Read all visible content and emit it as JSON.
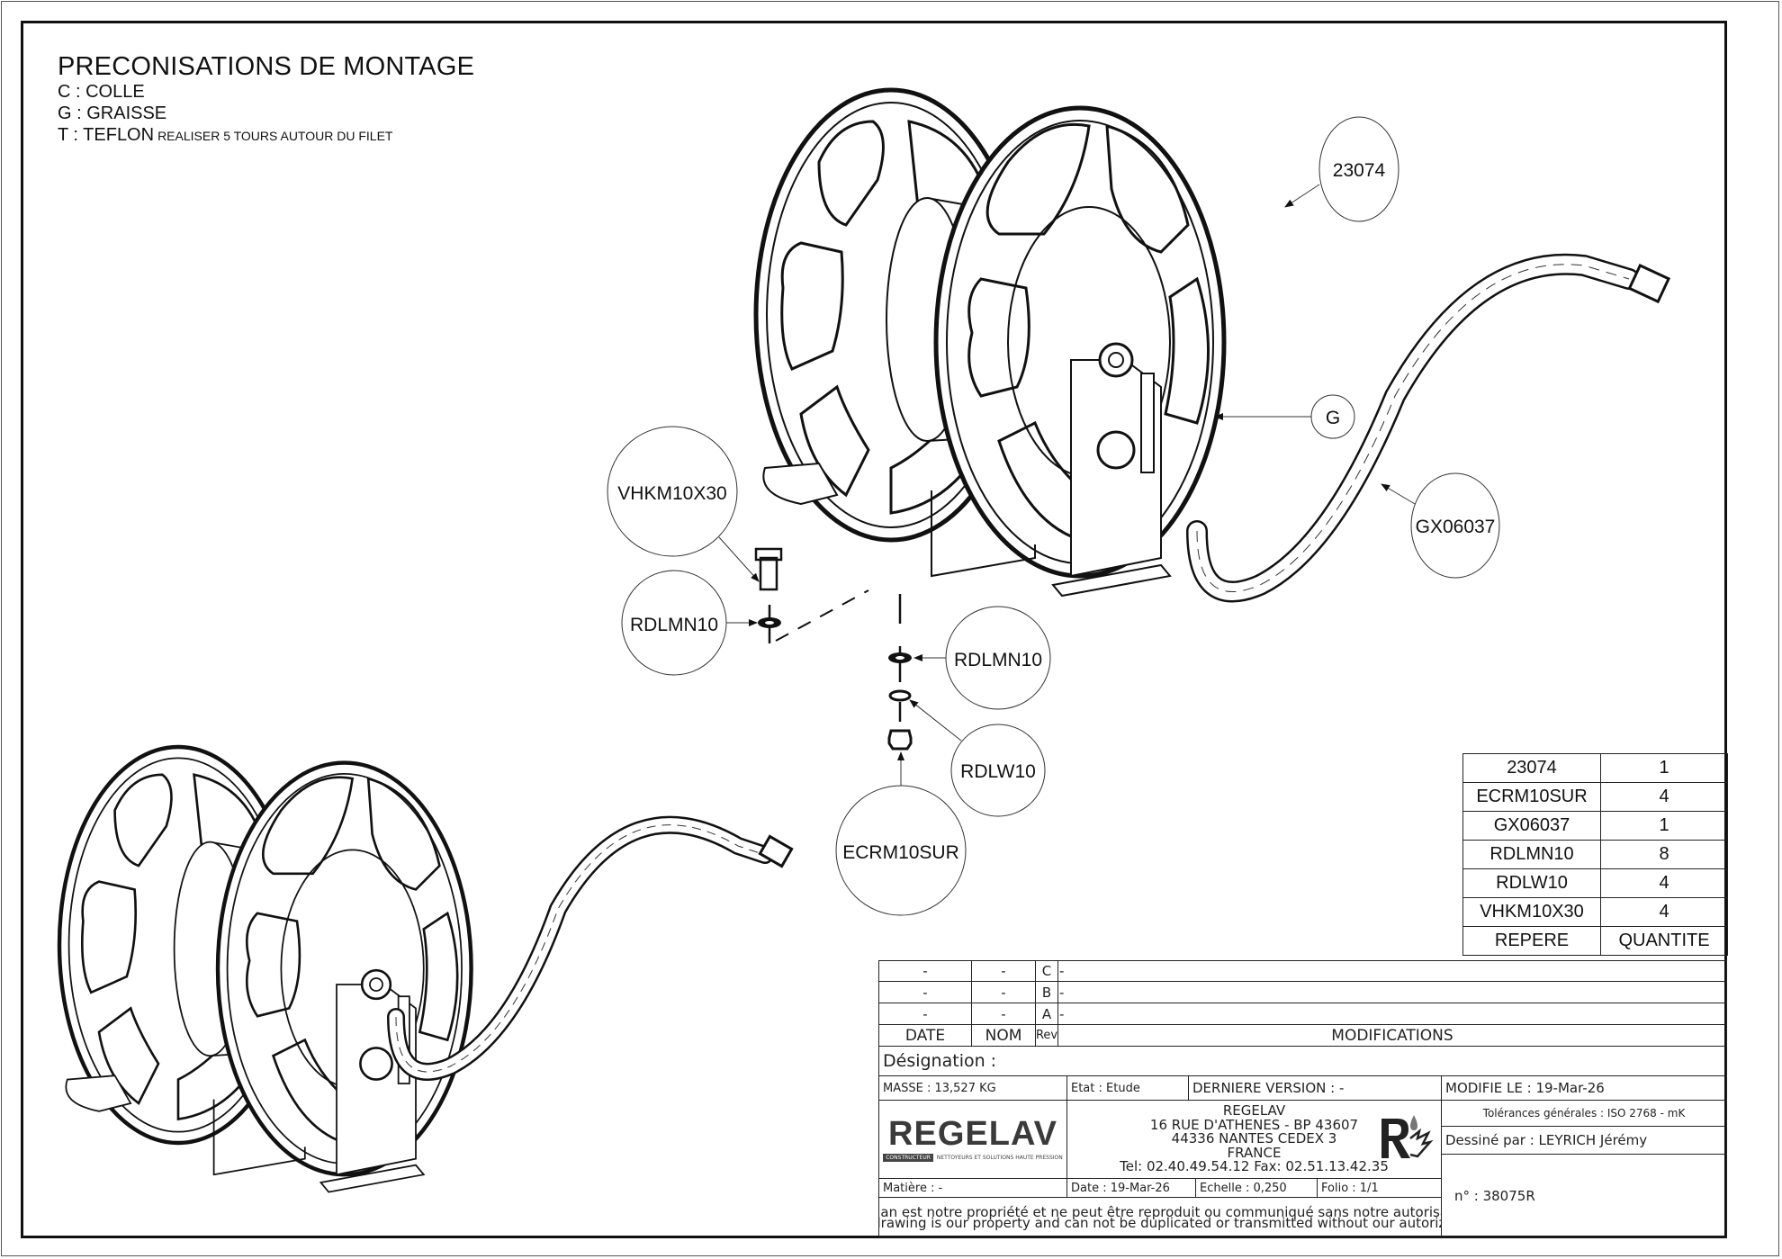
{
  "notes": {
    "title": "PRECONISATIONS DE MONTAGE",
    "legend": [
      {
        "code": "C",
        "label": "COLLE"
      },
      {
        "code": "G",
        "label": "GRAISSE"
      },
      {
        "code": "T",
        "label": "TEFLON",
        "detail": "REALISER 5 TOURS AUTOUR DU FILET"
      }
    ],
    "legend_text": [
      "C : COLLE",
      "G : GRAISSE",
      "T : TEFLON"
    ]
  },
  "callouts": {
    "reel": "23074",
    "grease": "G",
    "hose": "GX06037",
    "bolt": "VHKM10X30",
    "washer_top": "RDLMN10",
    "washer_right": "RDLMN10",
    "lock_washer": "RDLW10",
    "nut": "ECRM10SUR"
  },
  "bom": {
    "rows": [
      {
        "ref": "23074",
        "qty": "1"
      },
      {
        "ref": "ECRM10SUR",
        "qty": "4"
      },
      {
        "ref": "GX06037",
        "qty": "1"
      },
      {
        "ref": "RDLMN10",
        "qty": "8"
      },
      {
        "ref": "RDLW10",
        "qty": "4"
      },
      {
        "ref": "VHKM10X30",
        "qty": "4"
      }
    ],
    "headers": {
      "ref": "REPERE",
      "qty": "QUANTITE"
    }
  },
  "title_block": {
    "revisions": [
      {
        "date": "-",
        "nom": "-",
        "rev": "C",
        "mod": "-"
      },
      {
        "date": "-",
        "nom": "-",
        "rev": "B",
        "mod": "-"
      },
      {
        "date": "-",
        "nom": "-",
        "rev": "A",
        "mod": "-"
      }
    ],
    "rev_headers": {
      "date": "DATE",
      "nom": "NOM",
      "rev": "Rev",
      "mod": "MODIFICATIONS"
    },
    "designation": "Désignation :",
    "masse": "MASSE : 13,527 KG",
    "etat": "Etat : Etude",
    "derniere_version": "DERNIERE VERSION : -",
    "modifie_le": "MODIFIE LE : 19-Mar-26",
    "company": {
      "logo": "REGELAV",
      "logo_badge": "CONSTRUCTEUR",
      "logo_tagline": "NETTOYEURS ET SOLUTIONS HAUTE PRESSION",
      "name": "REGELAV",
      "street": "16 RUE D'ATHENES - BP 43607",
      "city": "44336 NANTES CEDEX 3",
      "country": "FRANCE",
      "phone": "Tel:   02.40.49.54.12  Fax:  02.51.13.42.35"
    },
    "tolerances": "Tolérances générales : ISO 2768 - mK",
    "dessine_par": "Dessiné par : LEYRICH Jérémy",
    "matiere": "Matière : -",
    "date": "Date : 19-Mar-26",
    "echelle": "Echelle : 0,250",
    "folio": "Folio : 1/1",
    "numero": "n° : 38075R",
    "disclaimer_fr": "Ce plan est notre propriété et ne peut être reproduit ou communiqué sans notre autorisation",
    "disclaimer_en": "This drawing is our property and can not be duplicated or transmitted without our autorization"
  }
}
